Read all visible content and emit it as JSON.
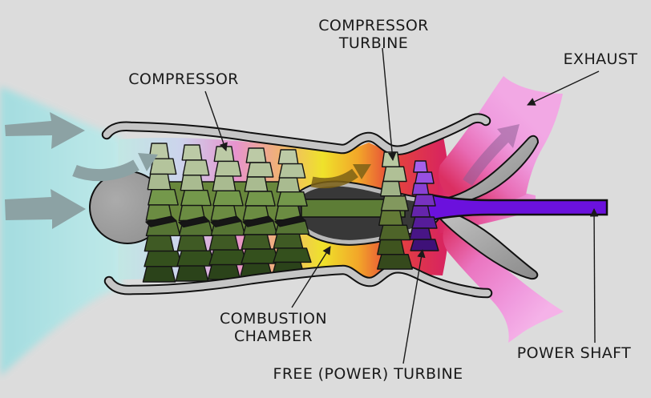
{
  "diagram": {
    "type": "engine-cutaway",
    "subject": "Turboshaft engine with free power turbine, schematic cutaway",
    "flow_icons": [
      "intake-arrow-top",
      "intake-arrow-middle",
      "intake-arrow-bottom",
      "combustion-flow-arrow",
      "exhaust-flow-arrow"
    ],
    "parts": [
      "intake-flow",
      "nose-cone",
      "compressor-blade-stacks",
      "rotor-drum",
      "combustion-chamber",
      "compressor-turbine",
      "free-power-turbine",
      "power-shaft",
      "exhaust-plumes",
      "engine-casing"
    ]
  },
  "labels": {
    "compressor": "COMPRESSOR",
    "compressor_turbine_line1": "COMPRESSOR",
    "compressor_turbine_line2": "TURBINE",
    "exhaust": "EXHAUST",
    "combustion_line1": "COMBUSTION",
    "combustion_line2": "CHAMBER",
    "free_power_turbine": "FREE (POWER) TURBINE",
    "power_shaft": "POWER SHAFT"
  },
  "colors": {
    "background": "#dcdcdc",
    "label_text": "#1a1a1a",
    "intake_flow": "#aee2e4",
    "intake_arrow": "#8ca2a4",
    "nose": "#9b9b9b",
    "casing": "#c6c6c6",
    "casing_outline": "#111111",
    "duct_cyan": "#c2e7e3",
    "duct_lavender": "#ccd4ec",
    "duct_pink": "#e794cf",
    "duct_tan": "#f0b078",
    "flame_yellow": "#efe22b",
    "flame_orange": "#f2a629",
    "flame_red": "#e6463a",
    "flame_crimson": "#d8255e",
    "exhaust_pink": "#ee9ade",
    "exhaust_arrow": "#8f5f96",
    "combustion_arrow": "#7d6216",
    "blade_light": "#b8c8a0",
    "blade_mid": "#6f9447",
    "blade_dark": "#2e461a",
    "drum_green": "#68873c",
    "shaft_green": "#5d7d36",
    "chamber_dark": "#383838",
    "liner_silver": "#b9b9b9",
    "turbine_purple": "#8840d2",
    "power_shaft_purple": "#6b11dd",
    "cowl_gray": "#9e9e9e"
  }
}
